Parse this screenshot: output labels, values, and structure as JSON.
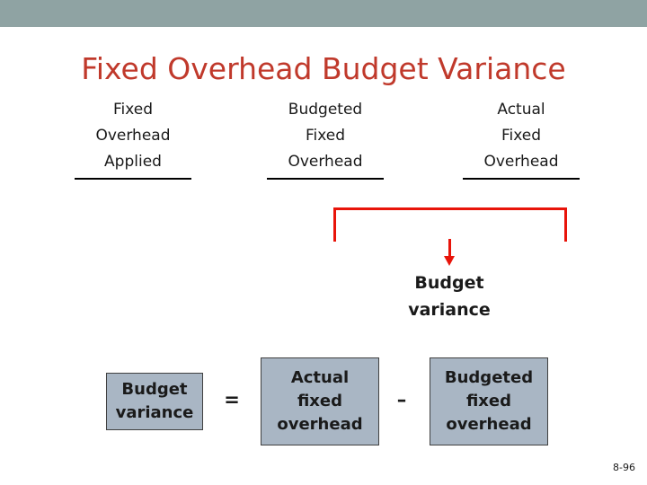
{
  "slide": {
    "title": "Fixed Overhead Budget Variance",
    "page_number": "8-96",
    "band_color": "#8fa3a3",
    "title_color": "#c0392b",
    "accent_color": "#e8140a",
    "box_fill_color": "#a9b6c4"
  },
  "columns": [
    {
      "line1": "Fixed",
      "line2": "Overhead",
      "line3": "Applied"
    },
    {
      "line1": "Budgeted",
      "line2": "Fixed",
      "line3": "Overhead"
    },
    {
      "line1": "Actual",
      "line2": "Fixed",
      "line3": "Overhead"
    }
  ],
  "bracket_label": {
    "line1": "Budget",
    "line2": "variance"
  },
  "formula": {
    "result": {
      "line1": "Budget",
      "line2": "variance"
    },
    "equals": "=",
    "term1": {
      "line1": "Actual",
      "line2": "fixed",
      "line3": "overhead"
    },
    "minus": "–",
    "term2": {
      "line1": "Budgeted",
      "line2": "fixed",
      "line3": "overhead"
    }
  }
}
